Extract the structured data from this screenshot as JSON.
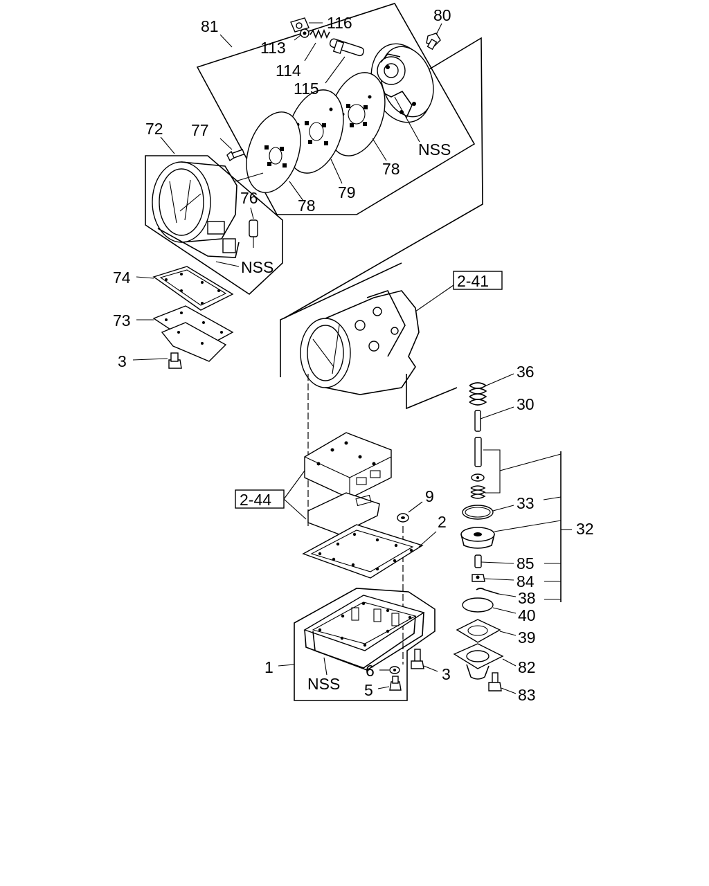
{
  "labels": {
    "p81": "81",
    "p116": "116",
    "p113": "113",
    "p114": "114",
    "p115": "115",
    "p80": "80",
    "pNSS_pump": "NSS",
    "p78a": "78",
    "p78b": "78",
    "p79": "79",
    "p72": "72",
    "p77": "77",
    "p76": "76",
    "pNSS_housing": "NSS",
    "p74": "74",
    "p73": "73",
    "p3a": "3",
    "ref241": "2-41",
    "ref244": "2-44",
    "p36": "36",
    "p30": "30",
    "p33": "33",
    "p32": "32",
    "p85": "85",
    "p84": "84",
    "p38": "38",
    "p40": "40",
    "p39": "39",
    "p82": "82",
    "p83": "83",
    "p9": "9",
    "p2": "2",
    "p1": "1",
    "pNSS_pan": "NSS",
    "p6": "6",
    "p5": "5",
    "p3b": "3"
  }
}
